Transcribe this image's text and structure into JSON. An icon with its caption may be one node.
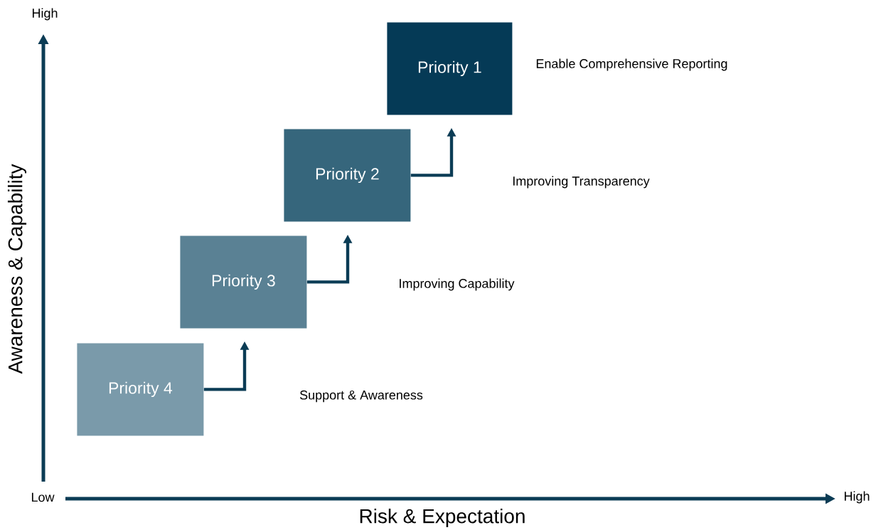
{
  "diagram": {
    "nodes": [
      {
        "text": [
          "Priority 1"
        ],
        "beside": [
          "Enable Comprehensive Reporting"
        ]
      },
      {
        "text": [
          "Priority 2"
        ]
      },
      {
        "text": [
          "Priority 3"
        ]
      },
      {
        "text": [
          "Priority 4"
        ]
      }
    ],
    "edges": [
      {
        "from": 3,
        "to": 2,
        "arrow": "to"
      },
      {
        "from": 2,
        "to": 1,
        "arrow": "to"
      },
      {
        "from": 1,
        "to": 0,
        "arrow": "to"
      }
    ],
    "labels": [
      "High",
      "Improving Transparency",
      "Awareness & Capability",
      "Improving Capability",
      "Support & Awareness",
      "Low",
      "Risk & Expectation",
      "High"
    ]
  }
}
